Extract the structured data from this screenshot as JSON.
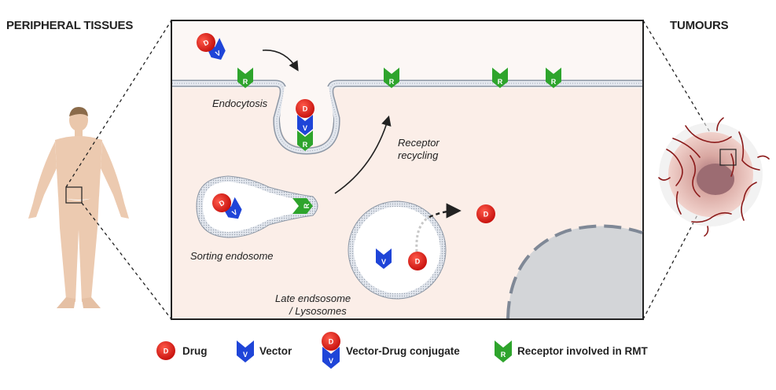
{
  "headings": {
    "left": "PERIPHERAL TISSUES",
    "right": "TUMOURS"
  },
  "process_labels": {
    "endocytosis": "Endocytosis",
    "receptor_recycling_line1": "Receptor",
    "receptor_recycling_line2": "recycling",
    "sorting_endosome": "Sorting endosome",
    "late_endosome_line1": "Late endsosome",
    "late_endosome_line2": "/ Lysosomes"
  },
  "glyphs": {
    "drug": "D",
    "vector": "V",
    "receptor": "R"
  },
  "legend": [
    {
      "symbol": "drug",
      "label": "Drug"
    },
    {
      "symbol": "vector",
      "label": "Vector"
    },
    {
      "symbol": "conjugate",
      "label": "Vector-Drug conjugate"
    },
    {
      "symbol": "receptor",
      "label": "Receptor involved in RMT"
    }
  ],
  "colors": {
    "drug_red": "#e0201b",
    "vector_blue": "#1f45d8",
    "receptor_green": "#2ea42c",
    "cytoplasm": "#fbeee8",
    "membrane": "#d9dee6",
    "nucleus": "#d3d5d8"
  }
}
